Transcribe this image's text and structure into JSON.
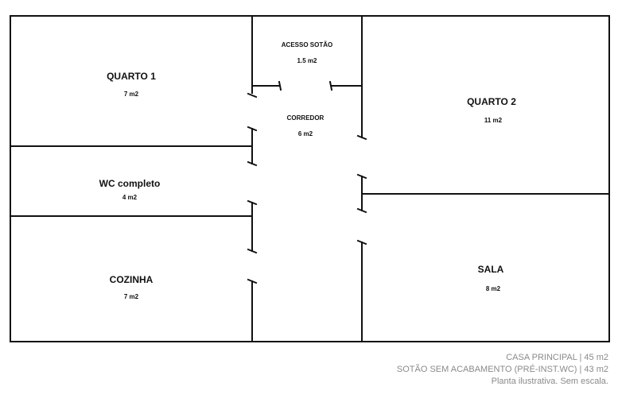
{
  "colors": {
    "wall": "#111111",
    "text": "#111111",
    "caption": "#8a8a8a",
    "background": "#ffffff"
  },
  "rooms": {
    "quarto1": {
      "name": "QUARTO 1",
      "area": "7 m2"
    },
    "acesso": {
      "name": "ACESSO SOTÃO",
      "area": "1.5 m2"
    },
    "corredor": {
      "name": "CORREDOR",
      "area": "6 m2"
    },
    "quarto2": {
      "name": "QUARTO 2",
      "area": "11 m2"
    },
    "wc": {
      "name": "WC completo",
      "area": "4 m2"
    },
    "cozinha": {
      "name": "COZINHA",
      "area": "7 m2"
    },
    "sala": {
      "name": "SALA",
      "area": "8 m2"
    }
  },
  "caption": {
    "line1": "CASA PRINCIPAL | 45 m2",
    "line2": "SOTÃO SEM ACABAMENTO (PRÉ-INST.WC) | 43 m2",
    "line3": "Planta ilustrativa. Sem escala."
  }
}
